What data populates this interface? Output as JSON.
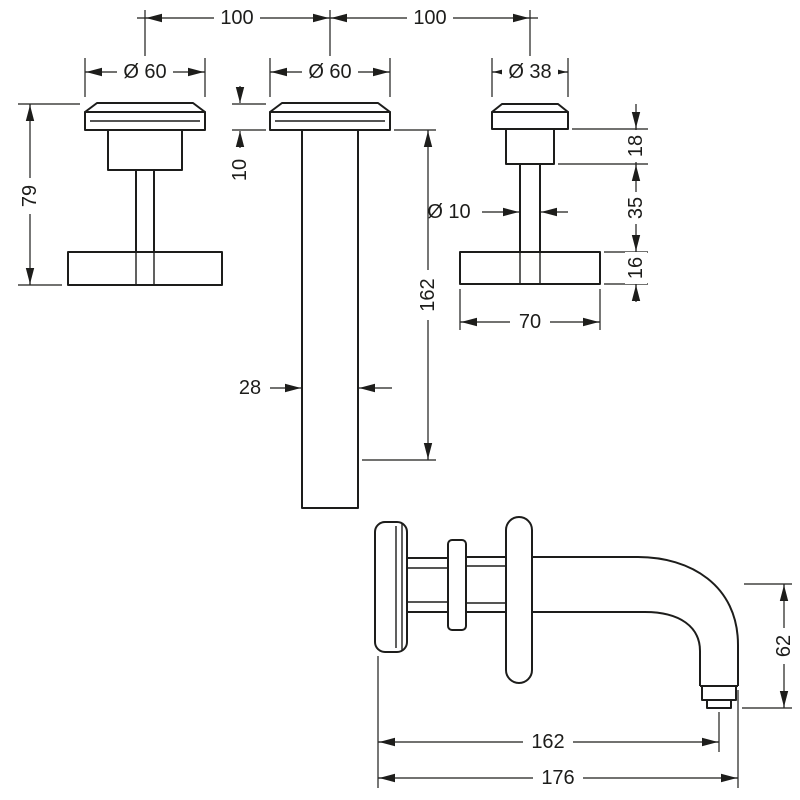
{
  "drawing": {
    "type": "technical-dimension-drawing",
    "colors": {
      "line": "#1d1d1b",
      "background": "#ffffff"
    },
    "front_view": {
      "spacing_left": "100",
      "spacing_right": "100",
      "dia_left_escutcheon": "Ø 60",
      "dia_spout_escutcheon": "Ø 60",
      "dia_right_escutcheon": "Ø 38",
      "handle_height": "79",
      "escutcheon_height": "10",
      "spout_length": "162",
      "spout_width": "28",
      "stem_dia": "Ø 10",
      "right_hub_height": "18",
      "right_stem_length": "35",
      "right_bar_height": "16",
      "right_bar_width": "70"
    },
    "side_view": {
      "drop_to_spout_end": "62",
      "reach_to_aerator": "162",
      "reach_total": "176"
    }
  }
}
